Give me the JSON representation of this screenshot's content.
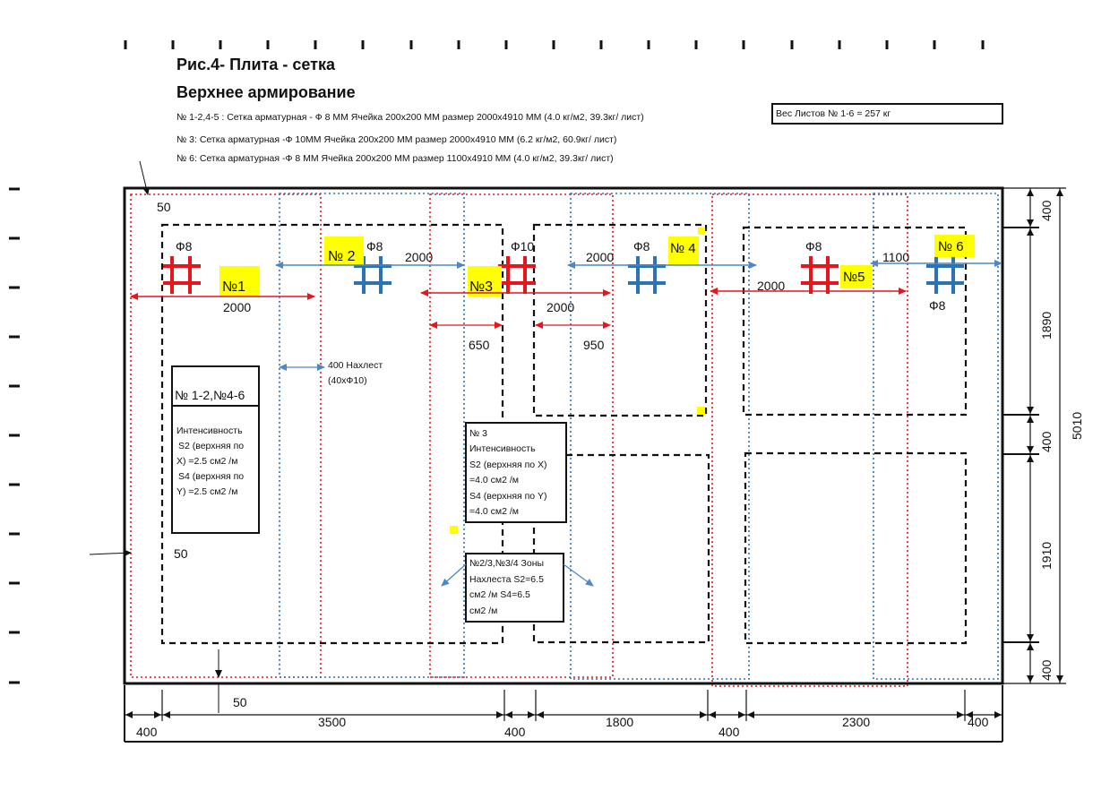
{
  "header": {
    "title_line1": "Рис.4- Плита - сетка",
    "title_line2": "Верхнее армирование",
    "spec_lines": [
      "№ 1-2,4-5  : Сетка арматурная - Ф 8 ММ Ячейка  200х200 ММ размер 2000х4910 ММ (4.0 кг/м2, 39.3кг/ лист)",
      "№ 3: Сетка арматурная -Ф 10ММ Ячейка  200х200 ММ размер 2000х4910 ММ (6.2 кг/м2, 60.9кг/ лист)",
      "№ 6: Сетка арматурная -Ф 8 ММ Ячейка  200х200 ММ размер 1100х4910 ММ (4.0 кг/м2, 39.3кг/ лист)"
    ],
    "weight_box": "Вес Листов № 1-6 = 257 кг"
  },
  "sheets": {
    "s1": "№1",
    "s2": "№ 2",
    "s3": "№3",
    "s4": "№ 4",
    "s5": "№5",
    "s6": "№ 6"
  },
  "bar_labels": {
    "f8_a": "Ф8",
    "f8_b": "Ф8",
    "f10": "Ф10",
    "f8_c": "Ф8",
    "f8_d": "Ф8",
    "f8_e": "Ф8"
  },
  "dims_inner": {
    "d2000_1": "2000",
    "d2000_2": "2000",
    "d2000_3": "2000",
    "d2000_4": "2000",
    "d2000_5": "2000",
    "d1100": "1100",
    "d650": "650",
    "d950": "950",
    "d50_top": "50",
    "d50_left": "50",
    "d50_bottom": "50"
  },
  "overlap_note": {
    "line1": "400 Нахлест",
    "line2": "(40хФ10)"
  },
  "intensity_left": {
    "header": "№ 1-2,№4-6",
    "lines": [
      "Интенсивность",
      "S2 (верхняя по",
      "X)    =2.5 см2 /м",
      "S4 (верхняя по",
      "Y)    =2.5 см2 /м"
    ]
  },
  "intensity_mid": {
    "lines": [
      "№ 3",
      "Интенсивность",
      "S2 (верхняя по X)",
      "=4.0 см2 /м",
      "S4 (верхняя по Y)",
      "=4.0 см2 /м"
    ]
  },
  "overlap_zones": {
    "lines": [
      "№2/3,№3/4 Зоны",
      "Нахлеста  S2=6.5",
      "см2 /м    S4=6.5",
      "см2 /м"
    ]
  },
  "dims_bottom": [
    "400",
    "3500",
    "400",
    "1800",
    "400",
    "2300",
    "400"
  ],
  "dims_right": [
    "400",
    "1890",
    "400",
    "1910",
    "400"
  ],
  "dim_total": "5010",
  "colors": {
    "red": "#e8151b",
    "blue": "#2a73b9",
    "arrow_blue": "#4f86c6",
    "highlight": "#ffff00"
  }
}
